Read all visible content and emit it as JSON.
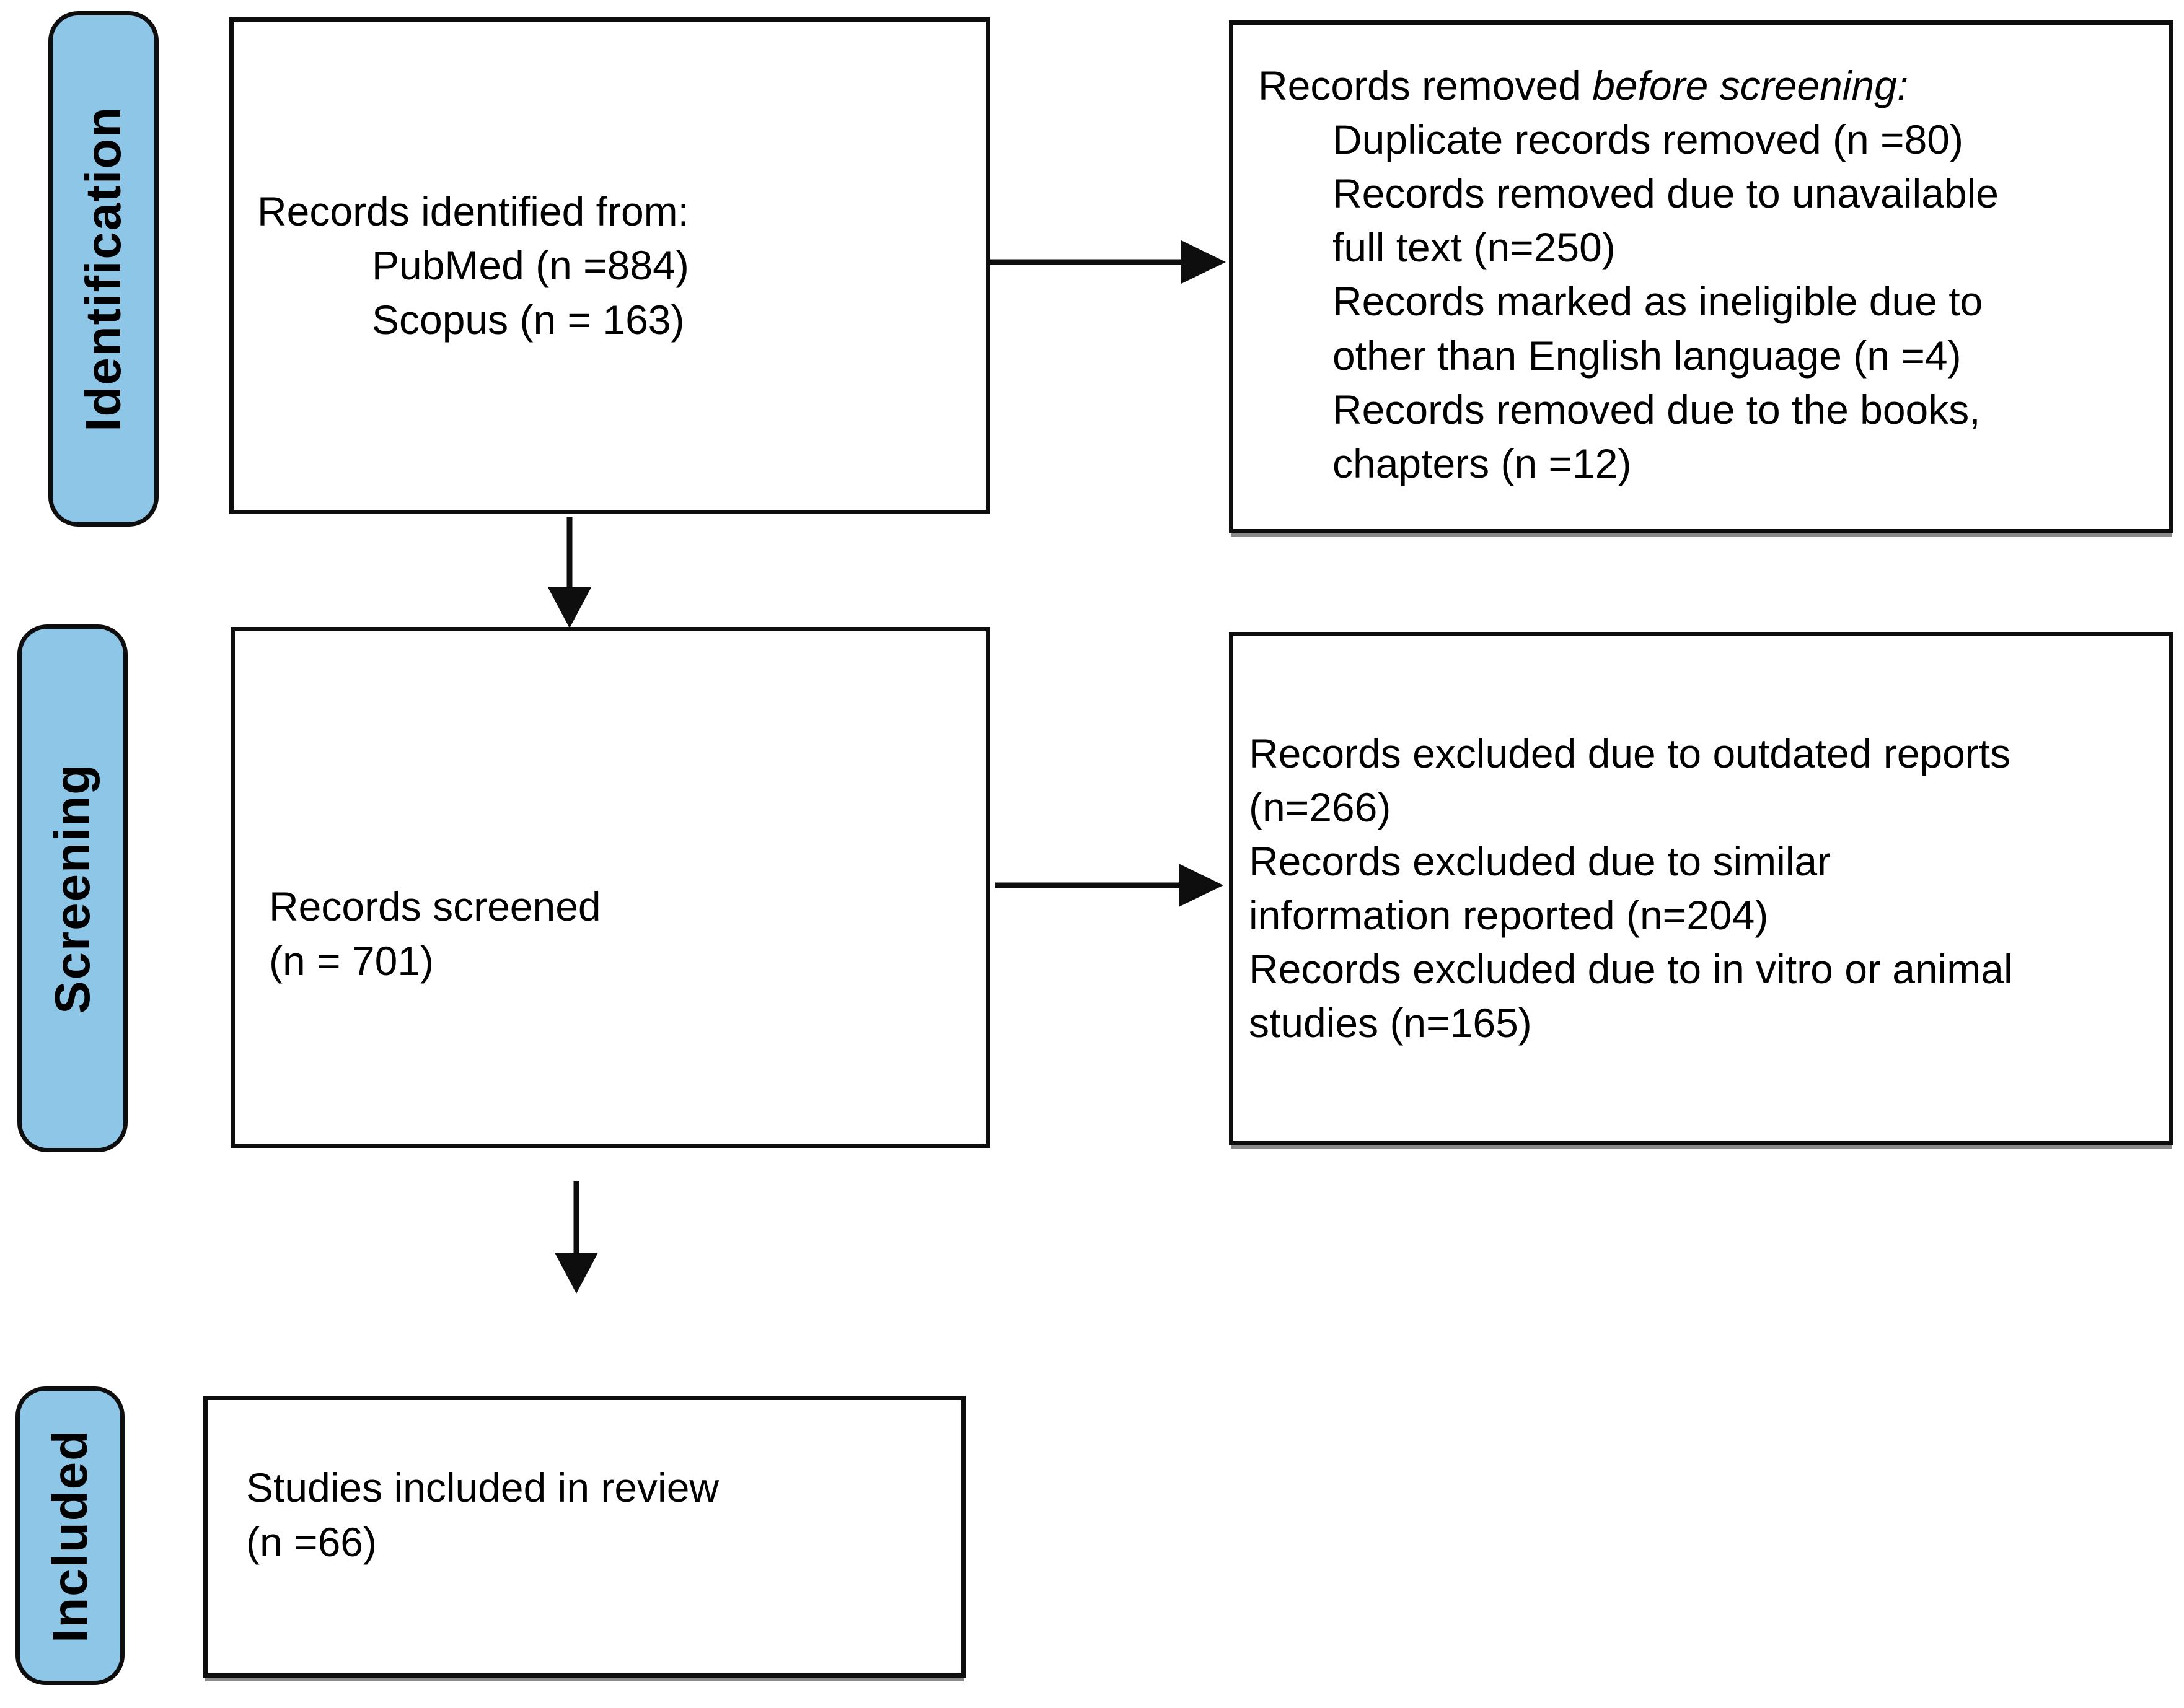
{
  "diagram": {
    "stages": [
      {
        "label": "Identification"
      },
      {
        "label": "Screening"
      },
      {
        "label": "Included"
      }
    ],
    "boxes": {
      "identified": {
        "title": "Records identified from:",
        "items": [
          "PubMed (n =884)",
          "Scopus (n = 163)"
        ]
      },
      "removed": {
        "title_prefix": "Records removed ",
        "title_italic": "before screening:",
        "items": [
          "Duplicate records removed (n =80)",
          "Records removed due to unavailable\nfull text (n=250)",
          "Records marked as ineligible due to\nother than English language (n =4)",
          "Records removed due to the books,\nchapters (n =12)"
        ]
      },
      "screened": {
        "text": "Records screened\n(n = 701)"
      },
      "excluded": {
        "text": "Records excluded due to outdated reports\n(n=266)\nRecords excluded due to similar\ninformation reported (n=204)\nRecords excluded due to in vitro or animal\nstudies (n=165)"
      },
      "included": {
        "text": "Studies included in review\n(n =66)"
      }
    },
    "colors": {
      "stage_fill": "#8EC6E8",
      "stage_border": "#0e0e0e",
      "box_border": "#0e0e0e",
      "arrow": "#0e0e0e",
      "text": "#000000",
      "background": "#ffffff"
    }
  }
}
